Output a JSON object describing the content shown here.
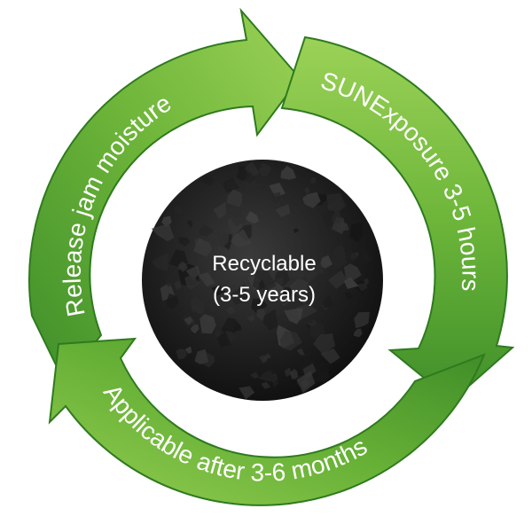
{
  "cycle": {
    "steps": [
      {
        "label": "Release jam moisture"
      },
      {
        "label": "SUNExposure 3-5 hours"
      },
      {
        "label": "Applicable after 3-6 months"
      }
    ],
    "center": {
      "line1": "Recyclable",
      "line2": "(3-5 years)"
    }
  },
  "colors": {
    "arrow_light": "#8ccb4a",
    "arrow_dark": "#3f8f2a",
    "arrow_edge": "#2f7a1f",
    "center_fill": "#1c1c1c"
  },
  "icons": {
    "center": "charcoal-image"
  }
}
